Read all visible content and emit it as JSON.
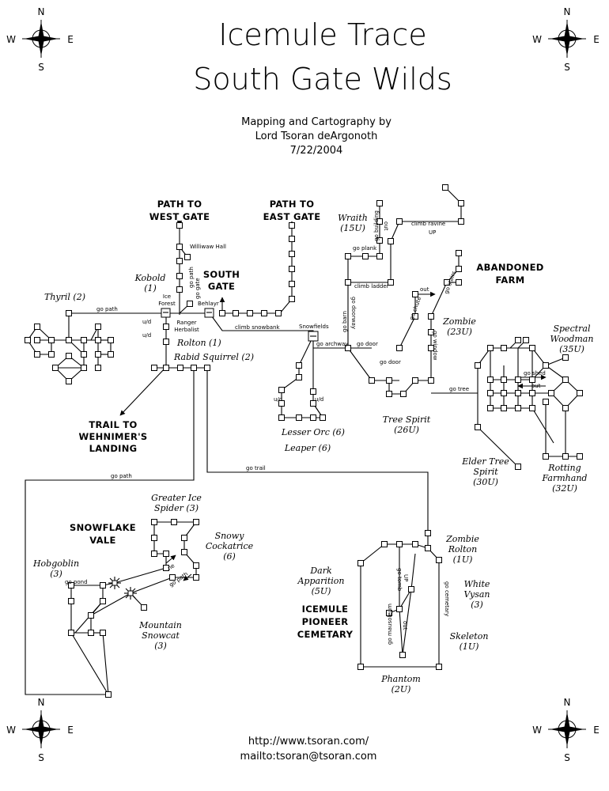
{
  "title": {
    "line1": "Icemule Trace",
    "line2": "South Gate Wilds"
  },
  "credits": {
    "line1": "Mapping and Cartography by",
    "line2": "Lord Tsoran deArgonoth",
    "date": "7/22/2004"
  },
  "compass": {
    "n": "N",
    "s": "S",
    "e": "E",
    "w": "W"
  },
  "areas": {
    "path_west_1": "PATH TO",
    "path_west_2": "WEST GATE",
    "path_east_1": "PATH TO",
    "path_east_2": "EAST GATE",
    "south_gate_1": "SOUTH",
    "south_gate_2": "GATE",
    "farm_1": "ABANDONED",
    "farm_2": "FARM",
    "trail_1": "TRAIL TO",
    "trail_2": "WEHNIMER'S",
    "trail_3": "LANDING",
    "vale_1": "SNOWFLAKE",
    "vale_2": "VALE",
    "cemetary_1": "ICEMULE",
    "cemetary_2": "PIONEER",
    "cemetary_3": "CEMETARY"
  },
  "creatures": {
    "kobold_1": "Kobold",
    "kobold_2": "(1)",
    "thyril": "Thyril (2)",
    "rolton": "Rolton (1)",
    "rabid_squirrel": "Rabid Squirrel (2)",
    "wraith_1": "Wraith",
    "wraith_2": "(15U)",
    "zombie_1": "Zombie",
    "zombie_2": "(23U)",
    "spectral_1": "Spectral",
    "spectral_2": "Woodman",
    "spectral_3": "(35U)",
    "lesser_orc": "Lesser Orc (6)",
    "leaper": "Leaper (6)",
    "tree_spirit_1": "Tree Spirit",
    "tree_spirit_2": "(26U)",
    "elder_1": "Elder Tree",
    "elder_2": "Spirit",
    "elder_3": "(30U)",
    "rotting_1": "Rotting",
    "rotting_2": "Farmhand",
    "rotting_3": "(32U)",
    "gis_1": "Greater Ice",
    "gis_2": "Spider (3)",
    "cockatrice_1": "Snowy",
    "cockatrice_2": "Cockatrice",
    "cockatrice_3": "(6)",
    "hobgoblin_1": "Hobgoblin",
    "hobgoblin_2": "(3)",
    "snowcat_1": "Mountain",
    "snowcat_2": "Snowcat",
    "snowcat_3": "(3)",
    "zrolton_1": "Zombie",
    "zrolton_2": "Rolton",
    "zrolton_3": "(1U)",
    "dark_1": "Dark",
    "dark_2": "Apparition",
    "dark_3": "(5U)",
    "vysan_1": "White",
    "vysan_2": "Vysan",
    "vysan_3": "(3)",
    "skeleton_1": "Skeleton",
    "skeleton_2": "(1U)",
    "phantom_1": "Phantom",
    "phantom_2": "(2U)"
  },
  "connections": {
    "go_path_thyril": "go path",
    "ud_1": "u/d",
    "ud_2": "u/d",
    "ice_forest_1": "Ice",
    "ice_forest_2": "Forest",
    "ranger_1": "Ranger",
    "ranger_2": "Herbalist",
    "williwaw": "Williwaw Hall",
    "go_path_v": "go path",
    "go_gate": "go gate",
    "behlayr": "Behlayr",
    "climb_snowbank": "climb snowbank",
    "snowfields": "Snowfields",
    "ud_3": "u/d",
    "ud_4": "u/d",
    "go_archway": "go archway",
    "go_door_1": "go door",
    "go_door_2": "go door",
    "go_barn": "go barn",
    "go_doorway": "go doorway",
    "climb_ladder": "climb ladder",
    "go_plank": "go plank",
    "go_building": "go building",
    "out_1": "out",
    "climb_ravine": "climb ravine",
    "up_1": "UP",
    "out_2": "out",
    "go_chute": "go chute",
    "go_window": "go window",
    "go_stairs": "go stairs",
    "go_tree": "go tree",
    "go_shed": "go shed",
    "out_3": "out",
    "go_path_long": "go path",
    "go_trail": "go trail",
    "go_pond": "go pond",
    "go_path_vale": "go path",
    "go_ne": "ne",
    "go_tomb": "go tomb",
    "up_2": "UP",
    "go_mausoleum": "go mausoleum",
    "out_4": "out",
    "go_cemetary": "go cemetary"
  },
  "footer": {
    "url": "http://www.tsoran.com/",
    "mail": "mailto:tsoran@tsoran.com"
  }
}
